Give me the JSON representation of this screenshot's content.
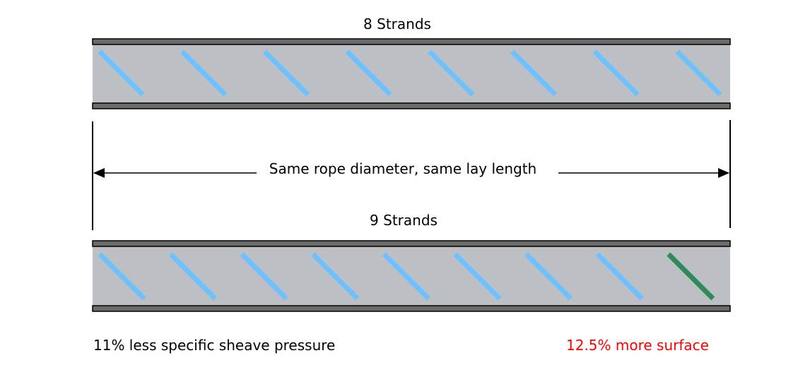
{
  "diagram": {
    "top_rope": {
      "title": "8 Strands",
      "strand_count": 8,
      "strand_colors": [
        "#6ec1ff",
        "#6ec1ff",
        "#6ec1ff",
        "#6ec1ff",
        "#6ec1ff",
        "#6ec1ff",
        "#6ec1ff",
        "#6ec1ff"
      ]
    },
    "dimension_label": "Same rope diameter, same lay length",
    "bottom_rope": {
      "title": "9 Strands",
      "strand_count": 9,
      "strand_colors": [
        "#6ec1ff",
        "#6ec1ff",
        "#6ec1ff",
        "#6ec1ff",
        "#6ec1ff",
        "#6ec1ff",
        "#6ec1ff",
        "#6ec1ff",
        "#2e8b57"
      ]
    },
    "note_left": "11% less specific sheave pressure",
    "note_right": "12.5% more surface",
    "colors": {
      "rope_body": "#bcc0c4",
      "rope_edge": "#6b6b6b",
      "strand": "#6ec1ff",
      "extra_strand": "#2e8b57",
      "highlight_text": "#ff0000"
    }
  }
}
